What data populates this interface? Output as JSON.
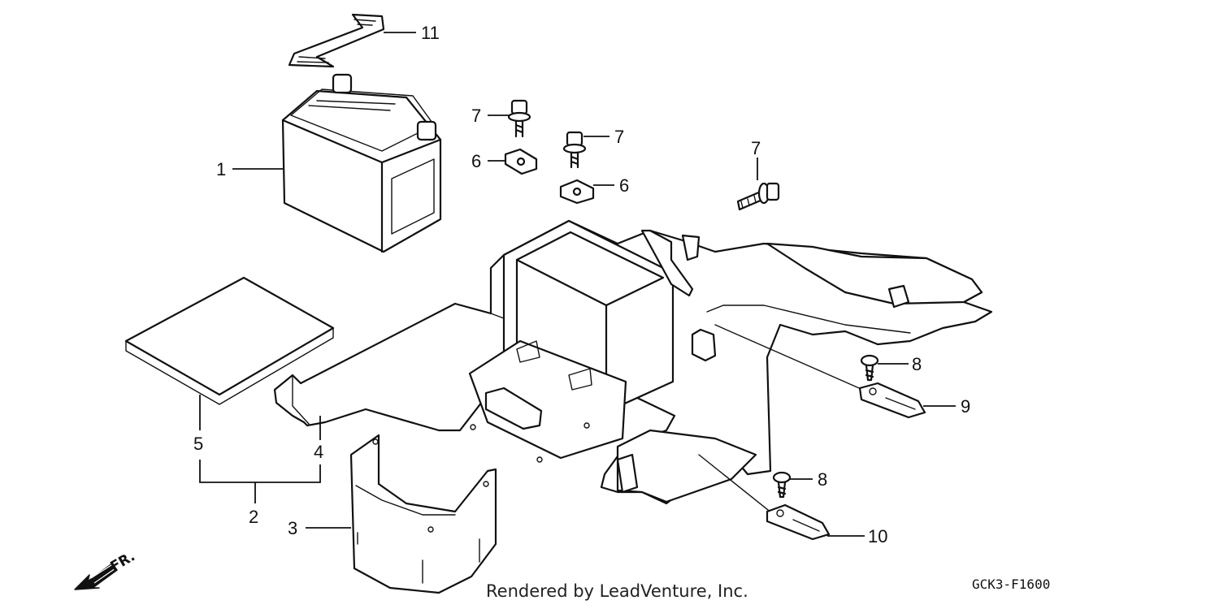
{
  "callouts": [
    "1",
    "2",
    "3",
    "4",
    "5",
    "6",
    "6",
    "7",
    "7",
    "7",
    "8",
    "8",
    "9",
    "10",
    "11"
  ],
  "direction_label": "FR.",
  "credit": "Rendered by LeadVenture, Inc.",
  "diagram_code": "GCK3-F1600"
}
